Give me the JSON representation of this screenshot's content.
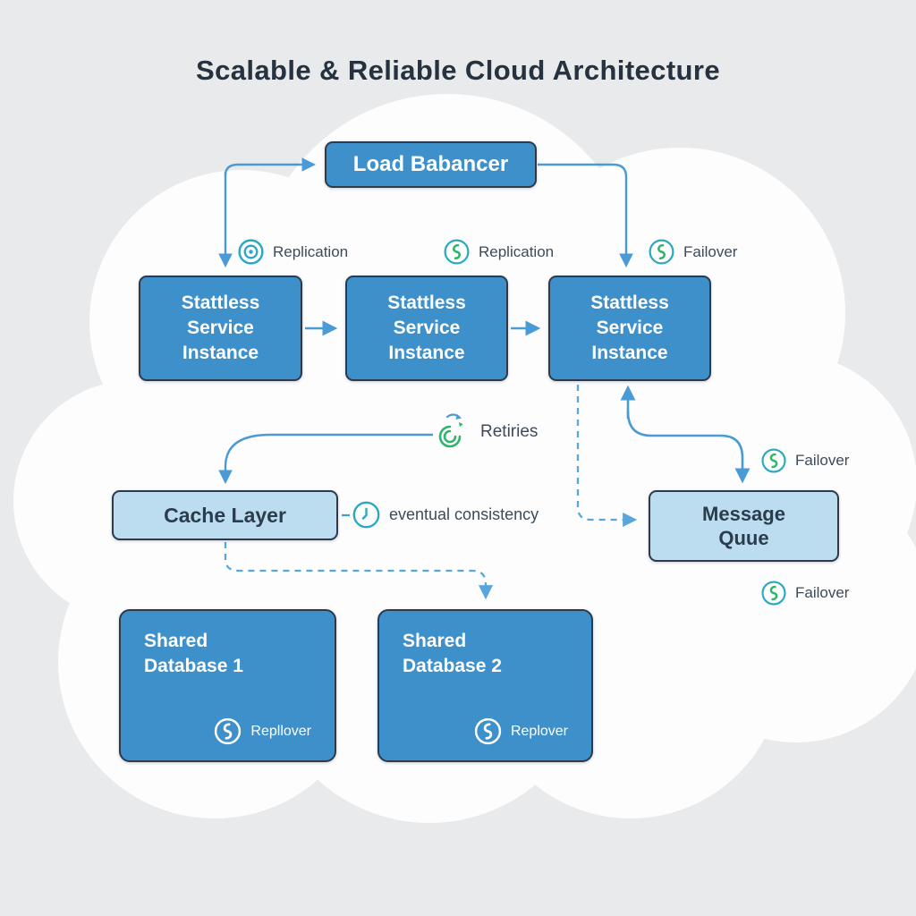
{
  "title": "Scalable & Reliable Cloud Architecture",
  "nodes": {
    "load_balancer": {
      "label": "Load Babancer"
    },
    "service_1": {
      "line1": "Stattless",
      "line2": "Service",
      "line3": "Instance"
    },
    "service_2": {
      "line1": "Stattless",
      "line2": "Service",
      "line3": "Instance"
    },
    "service_3": {
      "line1": "Stattless",
      "line2": "Service",
      "line3": "Instance"
    },
    "cache": {
      "label": "Cache Layer"
    },
    "message_queue": {
      "line1": "Message",
      "line2": "Quue"
    },
    "database_1": {
      "line1": "Shared",
      "line2": "Database 1",
      "badge": "Repllover"
    },
    "database_2": {
      "line1": "Shared",
      "line2": "Database 2",
      "badge": "Replover"
    }
  },
  "annotations": {
    "replication_1": {
      "text": "Replication",
      "icon": "target-icon"
    },
    "replication_2": {
      "text": "Replication",
      "icon": "sync-icon"
    },
    "failover_top": {
      "text": "Failover",
      "icon": "sync-icon"
    },
    "retries": {
      "text": "Retiries",
      "icon": "retry-spiral-icon"
    },
    "eventual_consistency": {
      "text": "eventual consistency",
      "icon": "clock-icon"
    },
    "failover_mid": {
      "text": "Failover",
      "icon": "sync-icon"
    },
    "failover_bottom": {
      "text": "Failover",
      "icon": "sync-icon"
    }
  },
  "colors": {
    "background": "#E9EAEB",
    "cloud": "#FDFDFE",
    "box_blue": "#3E90CB",
    "box_light_blue": "#BCDCF0",
    "box_border": "#2C3B4B",
    "line_blue": "#4A9BD5",
    "dashed_blue": "#58A6DB",
    "icon_teal": "#2AA8C2",
    "icon_green": "#2FB56B",
    "title_ink": "#26323F",
    "label_ink": "#3D4B59"
  }
}
